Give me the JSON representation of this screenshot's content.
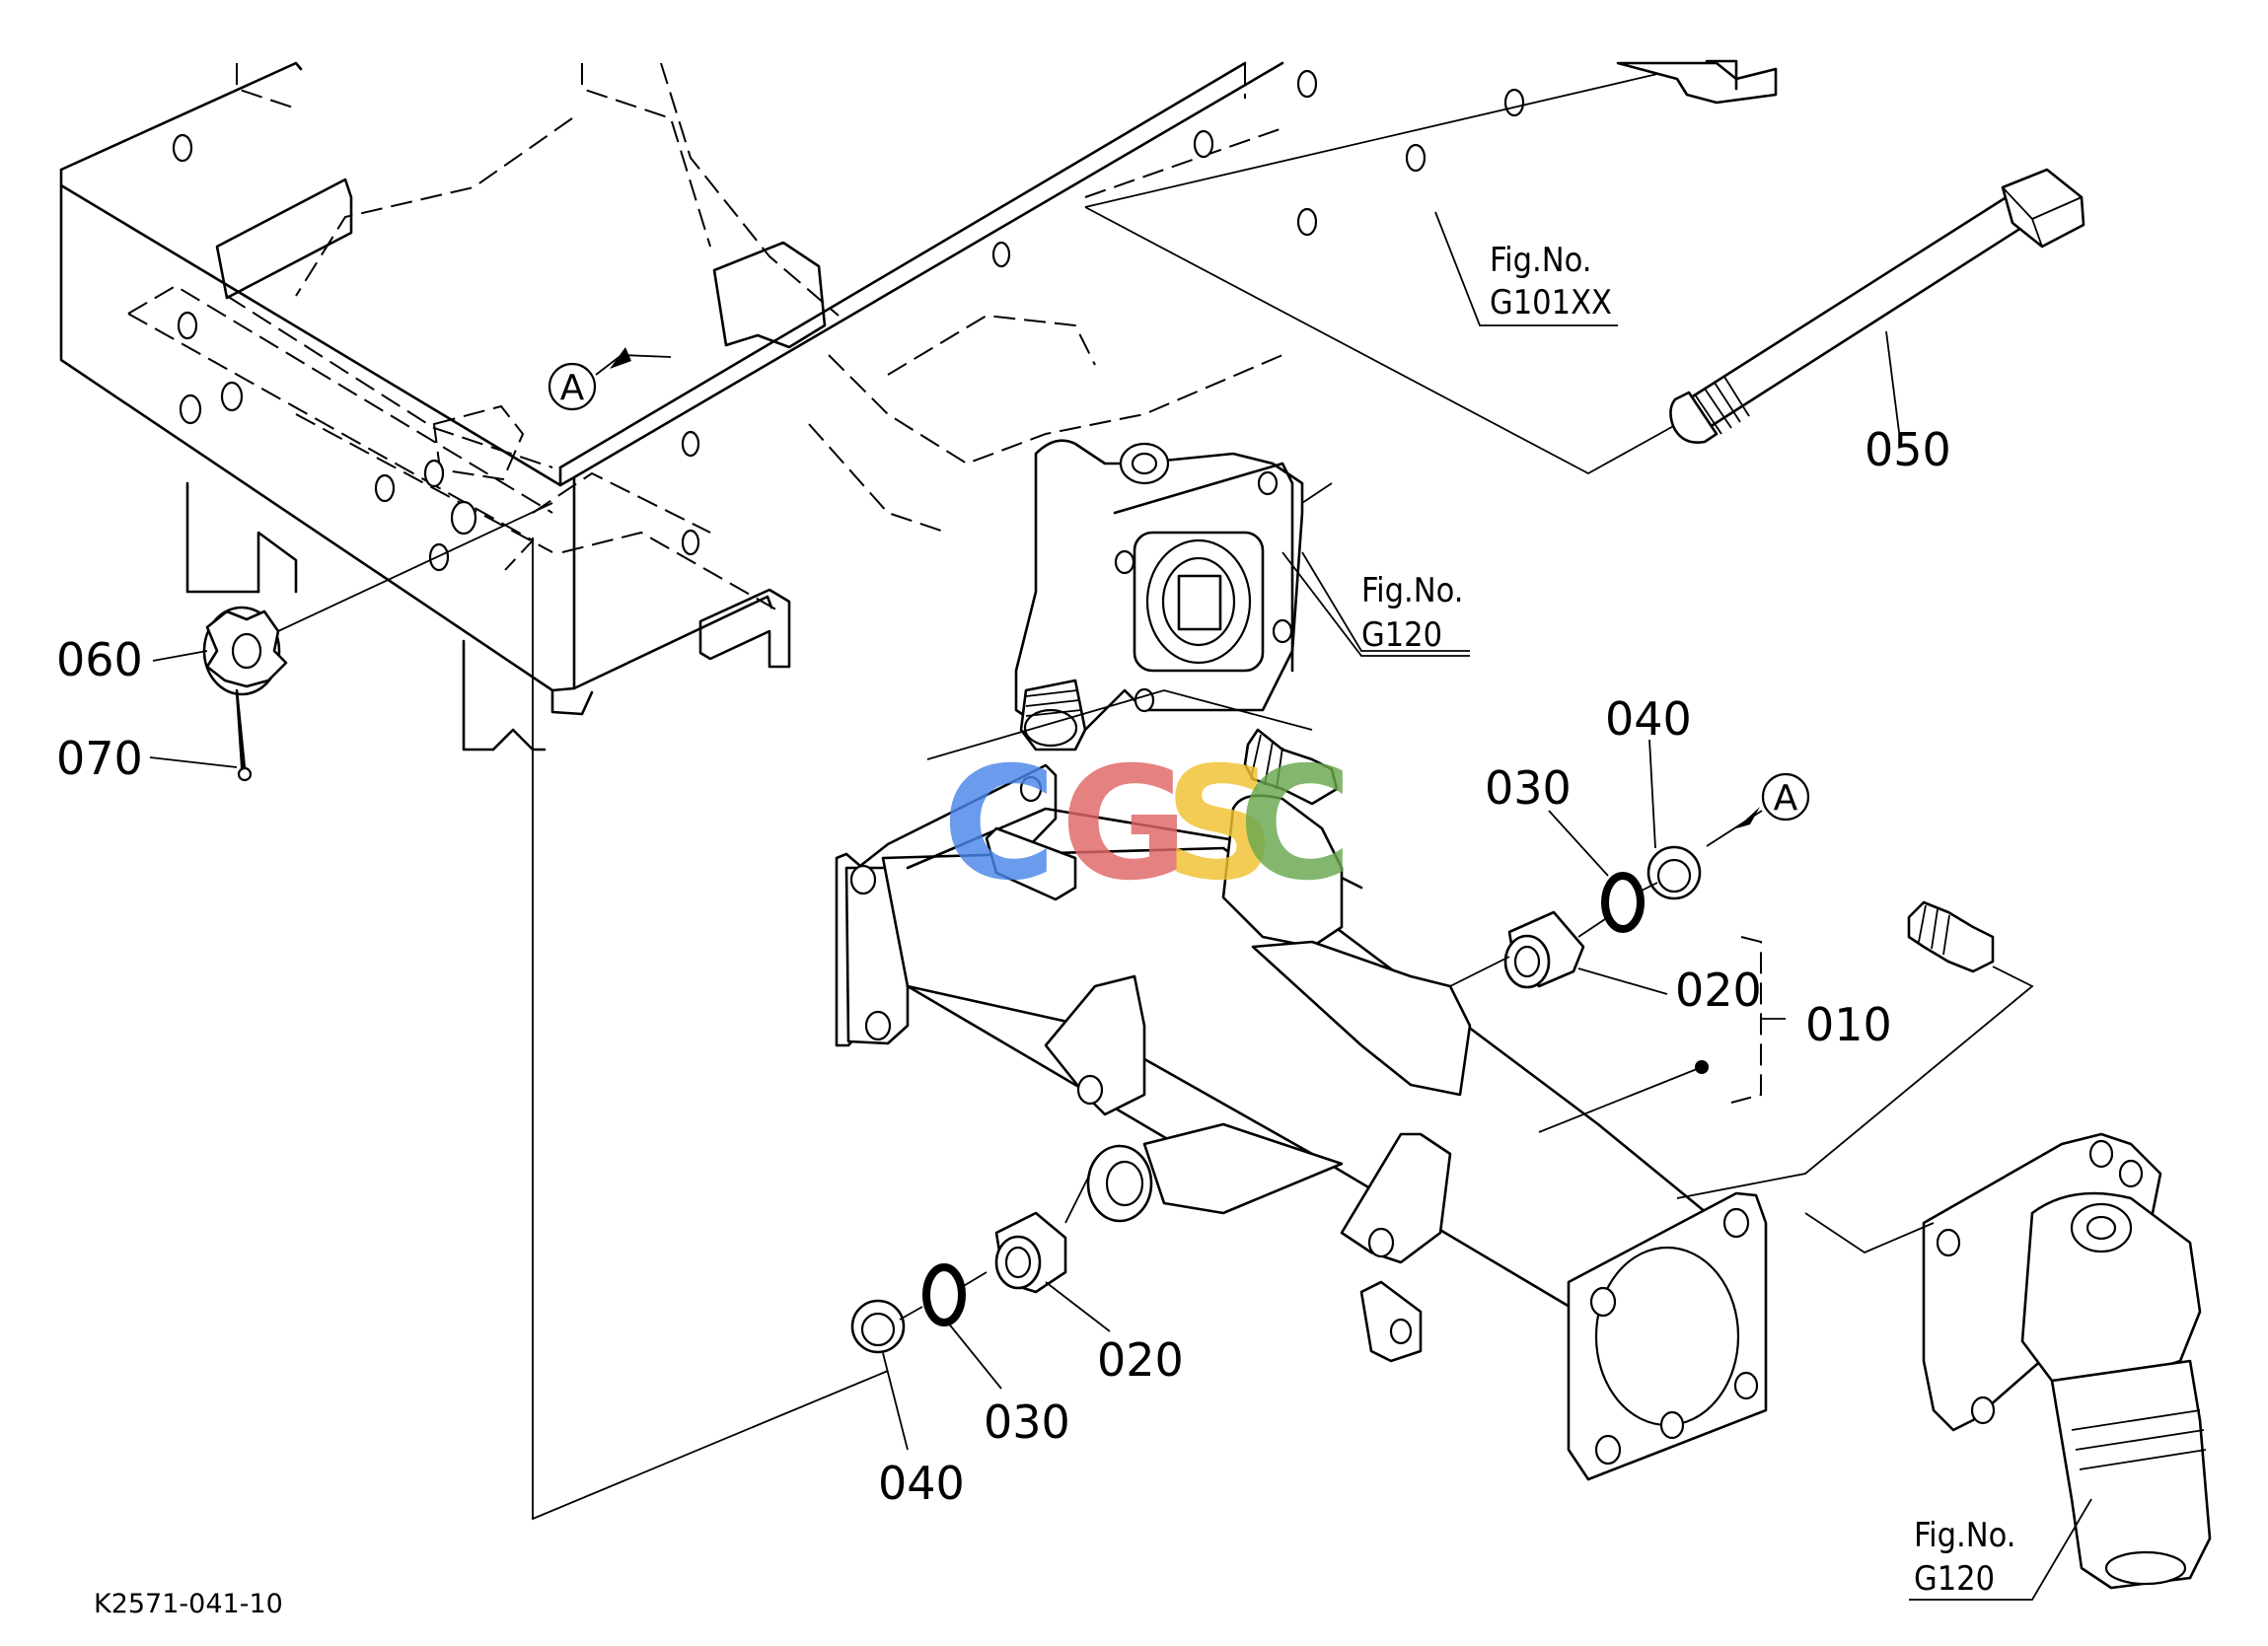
{
  "diagram": {
    "code": "K2571-041-10",
    "callouts": {
      "c010": "010",
      "c020a": "020",
      "c020b": "020",
      "c030a": "030",
      "c030b": "030",
      "c040a": "040",
      "c040b": "040",
      "c050": "050",
      "c060": "060",
      "c070": "070"
    },
    "figure_refs": {
      "g101_label": "Fig.No.",
      "g101_value": "G101XX",
      "g120a_label": "Fig.No.",
      "g120a_value": "G120",
      "g120b_label": "Fig.No.",
      "g120b_value": "G120"
    },
    "markers": {
      "a1": "A",
      "a2": "A"
    },
    "watermark": {
      "letters": [
        "C",
        "G",
        "S",
        "C"
      ],
      "colors": [
        "#4a86e8",
        "#e06666",
        "#f1c232",
        "#6aa84f"
      ]
    }
  }
}
